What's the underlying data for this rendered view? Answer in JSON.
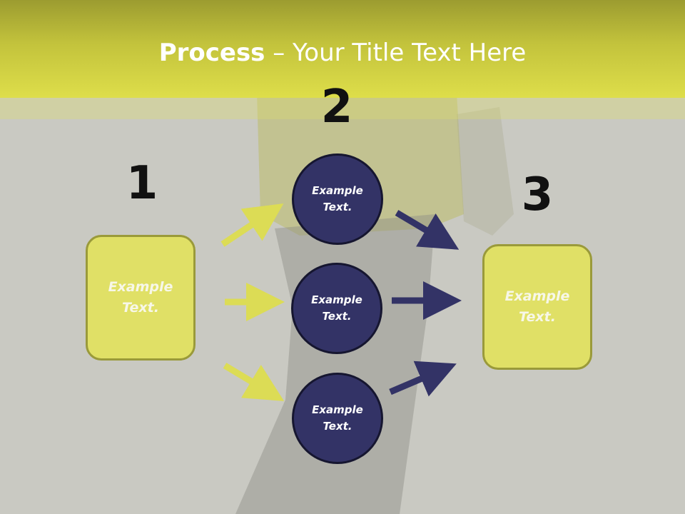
{
  "title": {
    "bold": "Process",
    "rest": " – Your Title Text Here"
  },
  "steps": {
    "one": "1",
    "two": "2",
    "three": "3"
  },
  "left_box": {
    "line1": "Example",
    "line2": "Text."
  },
  "right_box": {
    "line1": "Example",
    "line2": "Text."
  },
  "circles": [
    {
      "line1": "Example",
      "line2": "Text."
    },
    {
      "line1": "Example",
      "line2": "Text."
    },
    {
      "line1": "Example",
      "line2": "Text."
    }
  ],
  "colors": {
    "yellow": "#e0e066",
    "navy": "#333366",
    "background": "#c9c9c2"
  }
}
